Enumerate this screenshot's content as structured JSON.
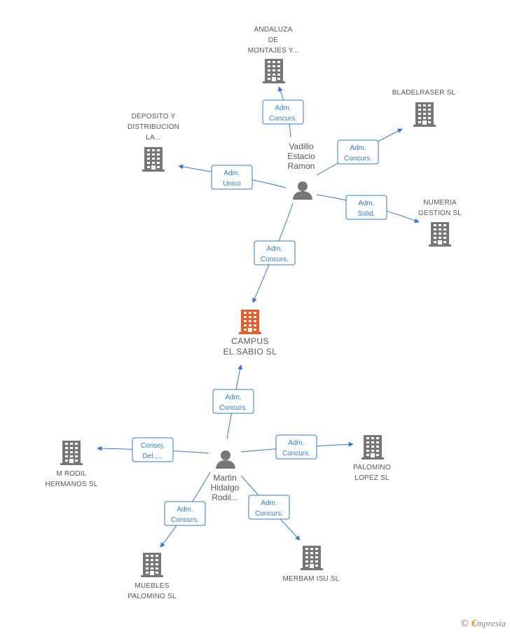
{
  "focus": {
    "label_lines": [
      "CAMPUS",
      "EL SABIO SL"
    ],
    "color": "#ee5a24"
  },
  "persons": [
    {
      "id": "vadillo",
      "label_lines": [
        "Vadillo",
        "Estacio",
        "Ramon"
      ]
    },
    {
      "id": "martin",
      "label_lines": [
        "Martin",
        "Hidalgo",
        "Rodil..."
      ]
    }
  ],
  "companies": [
    {
      "id": "andaluza",
      "label_lines": [
        "ANDALUZA",
        "DE",
        "MONTAJES Y..."
      ]
    },
    {
      "id": "bladelraser",
      "label_lines": [
        "BLADELRASER SL"
      ]
    },
    {
      "id": "deposito",
      "label_lines": [
        "DEPOSITO Y",
        "DISTRIBUCION",
        "LA..."
      ]
    },
    {
      "id": "numeria",
      "label_lines": [
        "NUMERIA",
        "GESTION  SL"
      ]
    },
    {
      "id": "mrodil",
      "label_lines": [
        "M RODIL",
        "HERMANOS SL"
      ]
    },
    {
      "id": "palomino_lopez",
      "label_lines": [
        "PALOMINO",
        "LOPEZ  SL"
      ]
    },
    {
      "id": "muebles",
      "label_lines": [
        "MUEBLES",
        "PALOMINO SL"
      ]
    },
    {
      "id": "merbam",
      "label_lines": [
        "MERBAM ISU SL"
      ]
    }
  ],
  "edges": [
    {
      "from": "vadillo",
      "to": "andaluza",
      "label_lines": [
        "Adm.",
        "Concurs."
      ]
    },
    {
      "from": "vadillo",
      "to": "bladelraser",
      "label_lines": [
        "Adm.",
        "Concurs."
      ]
    },
    {
      "from": "vadillo",
      "to": "deposito",
      "label_lines": [
        "Adm.",
        "Unico"
      ]
    },
    {
      "from": "vadillo",
      "to": "numeria",
      "label_lines": [
        "Adm.",
        "Solid."
      ]
    },
    {
      "from": "vadillo",
      "to": "focus",
      "label_lines": [
        "Adm.",
        "Concurs."
      ]
    },
    {
      "from": "martin",
      "to": "focus",
      "label_lines": [
        "Adm.",
        "Concurs."
      ]
    },
    {
      "from": "martin",
      "to": "mrodil",
      "label_lines": [
        "Consej.",
        "Del.,..."
      ]
    },
    {
      "from": "martin",
      "to": "palomino_lopez",
      "label_lines": [
        "Adm.",
        "Concurs."
      ]
    },
    {
      "from": "martin",
      "to": "muebles",
      "label_lines": [
        "Adm.",
        "Concurs."
      ]
    },
    {
      "from": "martin",
      "to": "merbam",
      "label_lines": [
        "Adm.",
        "Concurs."
      ]
    }
  ],
  "colors": {
    "company_icon": "#777777",
    "person_icon": "#777777",
    "edge": "#2f7bd3",
    "focus_icon": "#ee5a24"
  },
  "brand": {
    "copyright_symbol": "©",
    "initial": "€",
    "name": "mpresia"
  }
}
